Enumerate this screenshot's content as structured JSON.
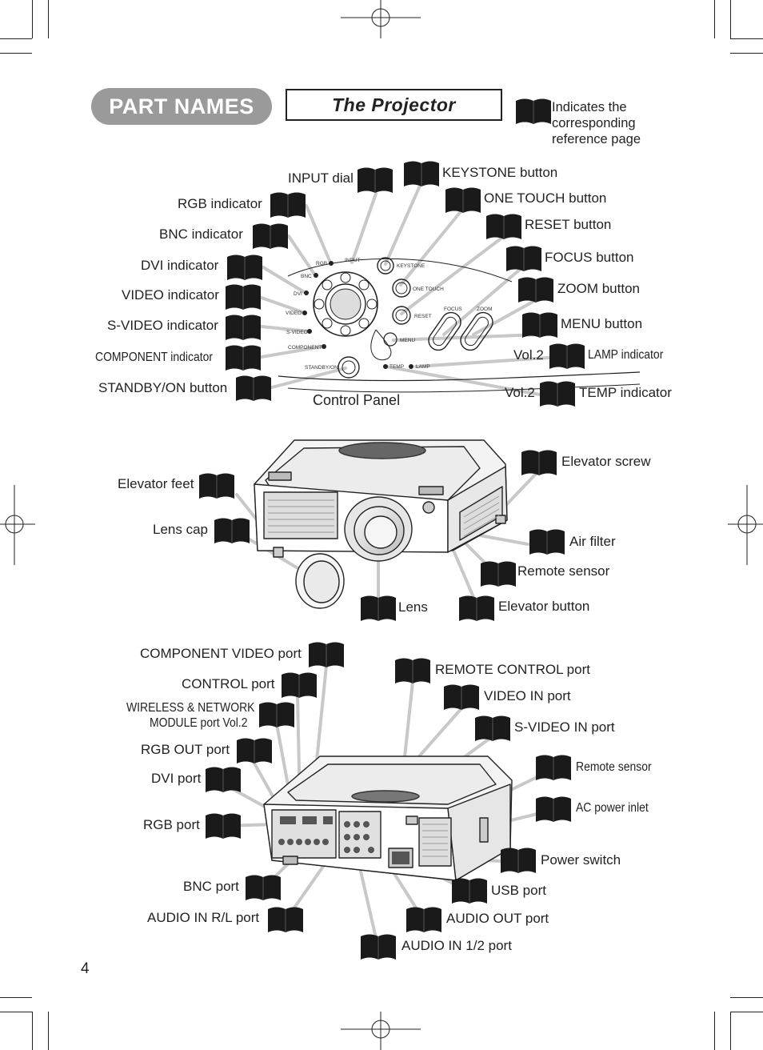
{
  "page": {
    "section_title": "PART NAMES",
    "subsection_title": "The Projector",
    "legend_text": "Indicates the corresponding reference page",
    "page_number": "4",
    "control_panel_caption": "Control Panel"
  },
  "control_panel": {
    "left_labels": [
      "INPUT dial",
      "RGB indicator",
      "BNC indicator",
      "DVI indicator",
      "VIDEO indicator",
      "S-VIDEO indicator",
      "COMPONENT indicator",
      "STANDBY/ON button"
    ],
    "right_labels": [
      "KEYSTONE button",
      "ONE TOUCH button",
      "RESET button",
      "FOCUS button",
      "ZOOM button",
      "MENU button"
    ],
    "lamp_prefix": "Vol.2",
    "lamp_label": "LAMP indicator",
    "temp_prefix": "Vol.2",
    "temp_label": "TEMP indicator",
    "panel_text": {
      "input": "INPUT",
      "rgb": "RGB",
      "bnc": "BNC",
      "dvi": "DVI",
      "video": "VIDEO",
      "svideo": "S-VIDEO",
      "component": "COMPONENT",
      "standby": "STANDBY/ON",
      "keystone": "KEYSTONE",
      "onetouch": "ONE TOUCH",
      "reset": "RESET",
      "menu": "MENU",
      "focus": "FOCUS",
      "zoom": "ZOOM",
      "temp": "TEMP",
      "lamp": "LAMP"
    }
  },
  "front_view": {
    "labels": [
      "Elevator feet",
      "Lens cap",
      "Lens",
      "Elevator button",
      "Remote sensor",
      "Air filter",
      "Elevator screw"
    ]
  },
  "rear_view": {
    "left_labels": [
      "COMPONENT VIDEO port",
      "CONTROL port",
      "WIRELESS & NETWORK",
      "MODULE port  Vol.2",
      "RGB OUT port",
      "DVI port",
      "RGB port",
      "BNC port",
      "AUDIO IN R/L port",
      "AUDIO IN 1/2 port"
    ],
    "right_labels": [
      "REMOTE CONTROL port",
      "VIDEO IN port",
      "S-VIDEO IN port",
      "Remote sensor",
      "AC power inlet",
      "Power switch",
      "USB port",
      "AUDIO OUT port"
    ]
  },
  "icons": {
    "reference": "open-book-icon"
  },
  "colors": {
    "title_pill": "#9a9a9a",
    "book": "#1a1a1a",
    "leader": "#c8c8c8"
  }
}
